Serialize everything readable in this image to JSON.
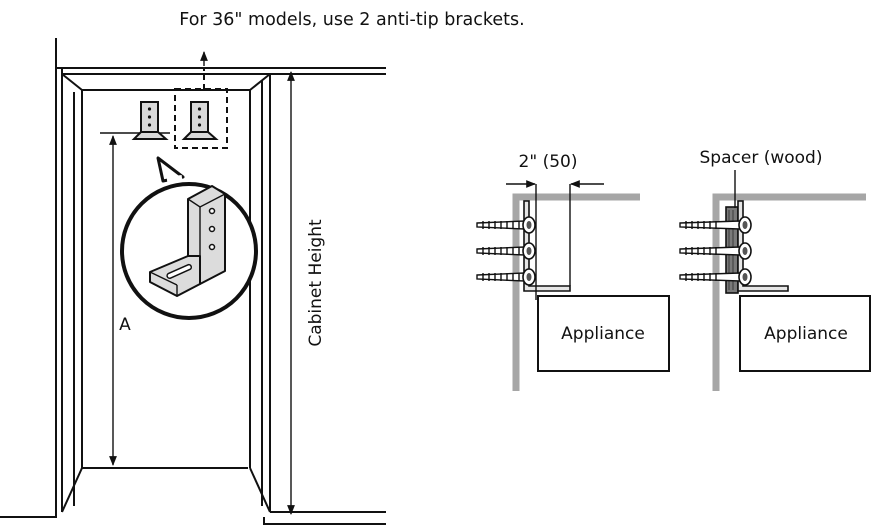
{
  "caption": "For 36\" models, use 2 anti-tip brackets.",
  "left_diagram": {
    "dimension_a_label": "A",
    "cabinet_height_label": "Cabinet Height"
  },
  "side_view_gap": {
    "gap_label": "2\" (50)",
    "appliance_label": "Appliance"
  },
  "side_view_spacer": {
    "spacer_label": "Spacer (wood)",
    "appliance_label": "Appliance"
  },
  "colors": {
    "line": "#111111",
    "wall": "#a6a6a6",
    "bracket_fill": "#d9d9d9",
    "spacer_fill": "#7a7a7a"
  }
}
